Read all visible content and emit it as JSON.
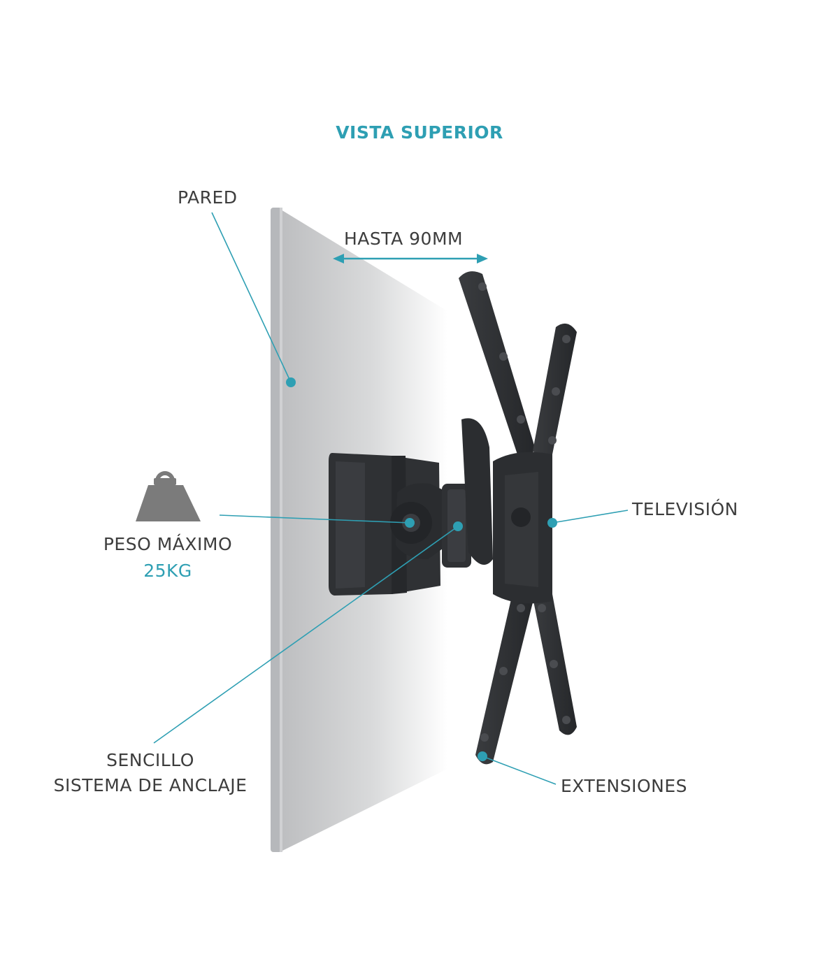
{
  "title": "VISTA SUPERIOR",
  "labels": {
    "pared": "PARED",
    "hasta": "HASTA 90MM",
    "television": "TELEVISIÓN",
    "peso_line1": "PESO MÁXIMO",
    "peso_line2": "25KG",
    "sencillo_line1": "SENCILLO",
    "sencillo_line2": "SISTEMA DE ANCLAJE",
    "extensiones": "EXTENSIONES"
  },
  "colors": {
    "accent": "#2e9fb3",
    "text": "#3d3d3d",
    "wall": "#bfc1c4",
    "mount": "#2f3134"
  },
  "icons": [
    "weight-icon",
    "double-arrow-icon"
  ]
}
